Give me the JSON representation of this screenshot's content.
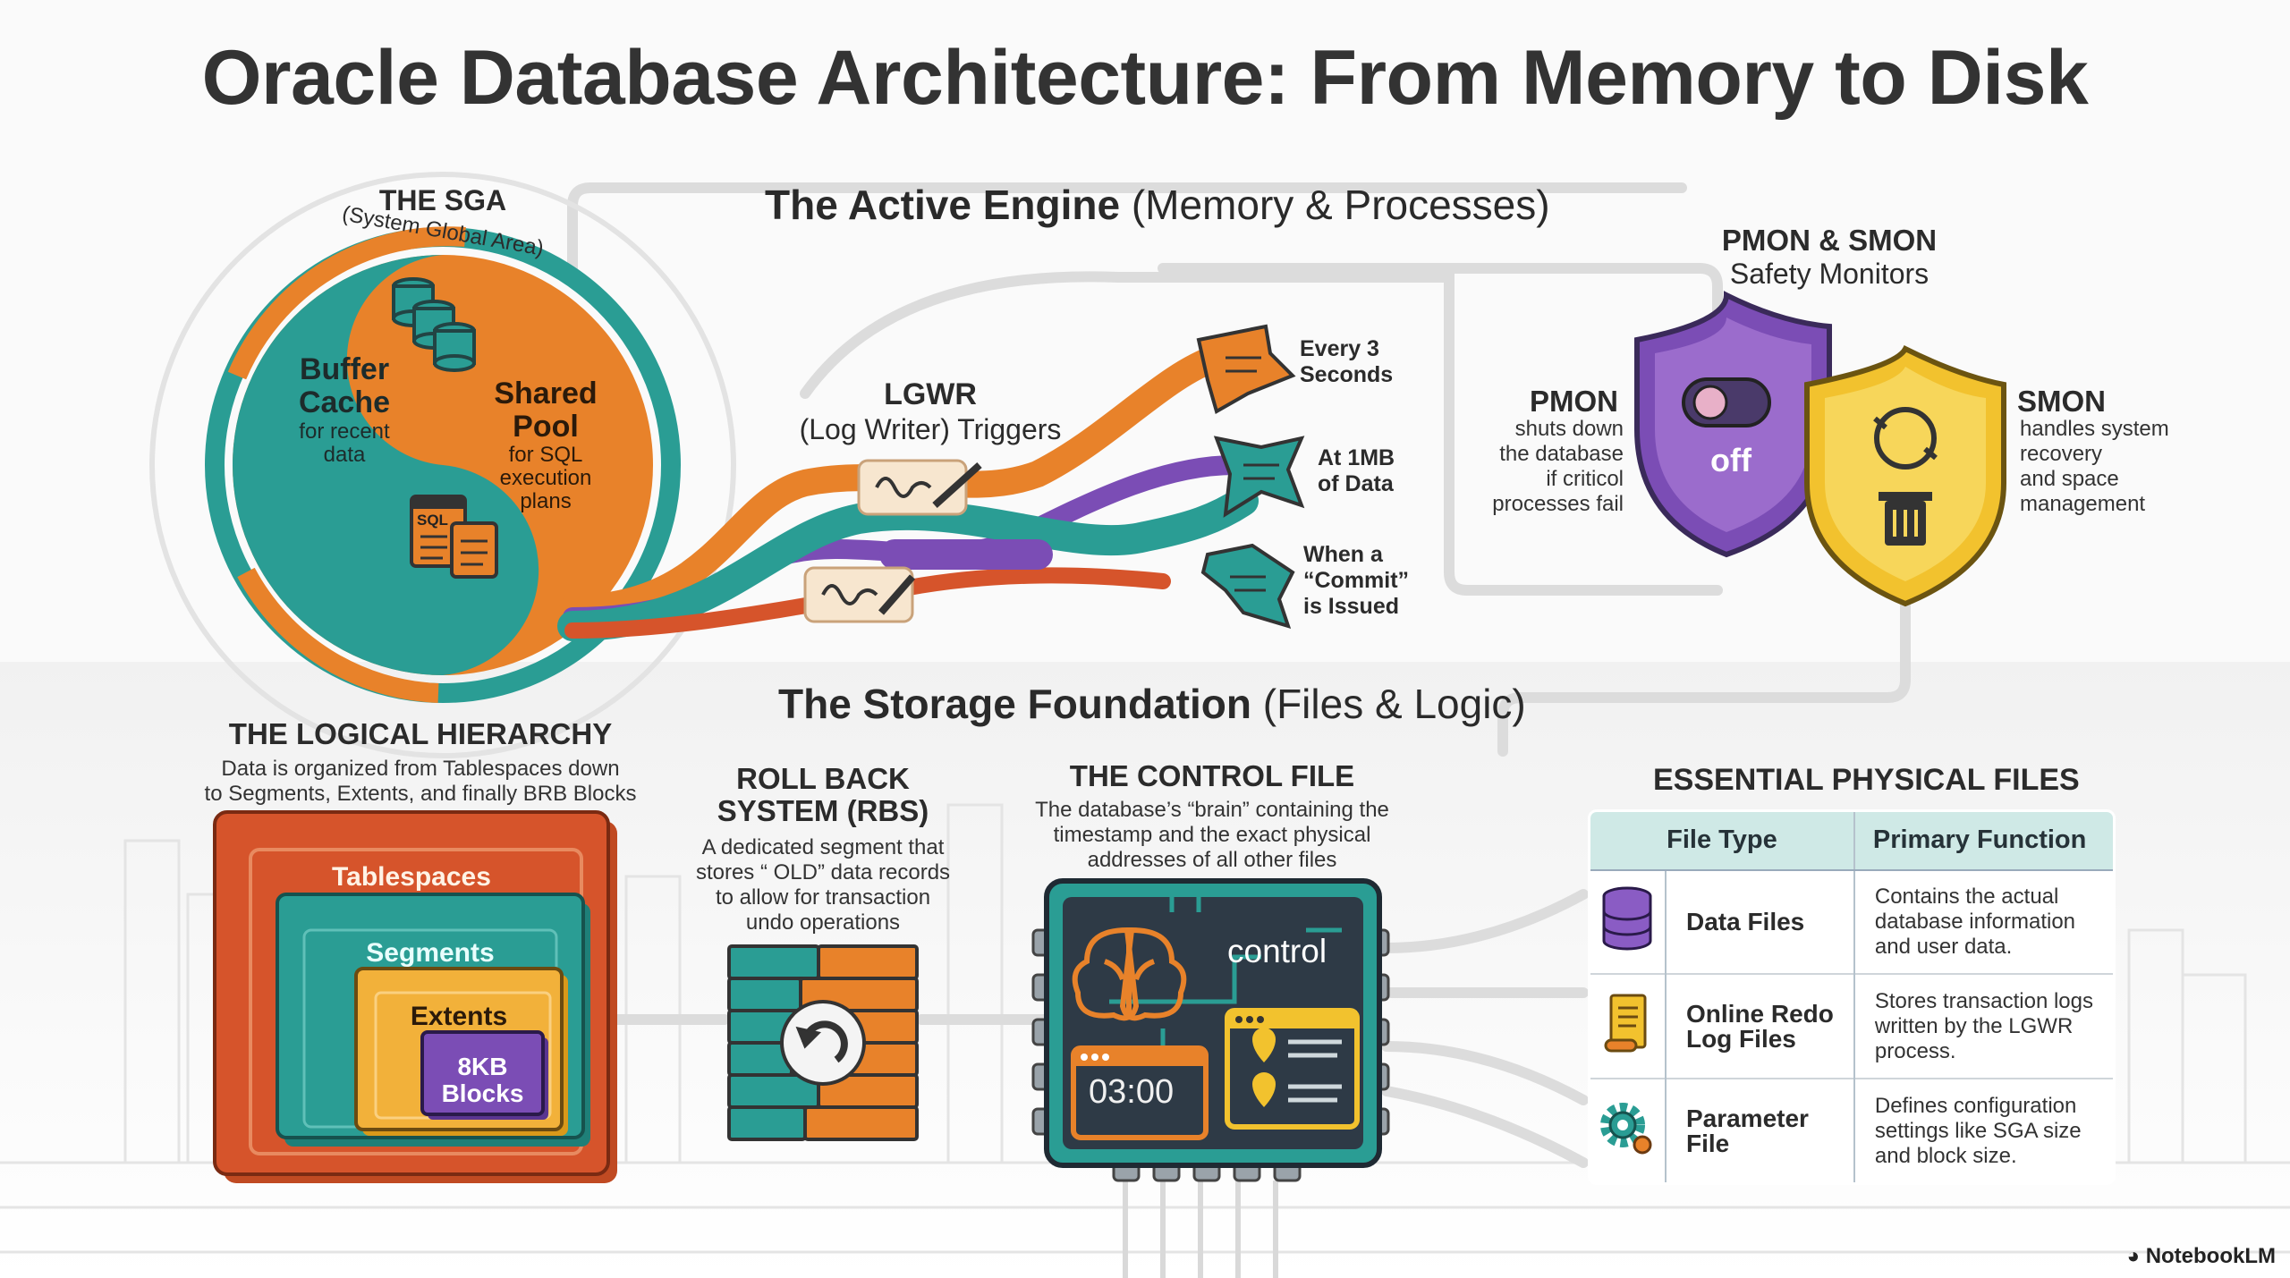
{
  "title": "Oracle Database Architecture: From Memory to Disk",
  "sections": {
    "active": {
      "bold": "The Active Engine",
      "rest": "(Memory & Processes)"
    },
    "storage": {
      "bold": "The Storage Foundation",
      "rest": "(Files & Logic)"
    }
  },
  "sga": {
    "title": "THE SGA",
    "subtitle": "(System Global Area)",
    "buffer_title": "Buffer\nCache",
    "buffer_desc": "for recent\ndata",
    "shared_title": "Shared\nPool",
    "shared_desc": "for SQL\nexecution\nplans",
    "sql_label": "SQL"
  },
  "lgwr": {
    "title": "LGWR",
    "subtitle": "(Log Writer) Triggers",
    "triggers": [
      "Every 3\nSeconds",
      "At 1MB\nof Data",
      "When a\n“Commit”\nis Issued"
    ]
  },
  "monitors": {
    "title": "PMON & SMON",
    "subtitle": "Safety Monitors",
    "pmon_title": "PMON",
    "pmon_desc": "shuts down\nthe database\nif criticol\nprocesses fail",
    "smon_title": "SMON",
    "smon_desc": "handles system\nrecovery\nand space\nmanagement",
    "switch_label": "off"
  },
  "logical": {
    "title": "THE LOGICAL HIERARCHY",
    "desc": "Data is organized from Tablespaces down\nto Segments, Extents, and finally BRB Blocks",
    "levels": [
      "Tablespaces",
      "Segments",
      "Extents",
      "8KB\nBlocks"
    ]
  },
  "rbs": {
    "title": "ROLL BACK\nSYSTEM (RBS)",
    "desc": "A dedicated segment that\nstores “ OLD” data records\nto allow for transaction\nundo operations"
  },
  "control": {
    "title": "THE CONTROL FILE",
    "desc": "The database’s “brain” containing the\ntimestamp and the exact physical\naddresses of all other files",
    "chip_label": "control",
    "clock": "03:00"
  },
  "physical": {
    "title": "ESSENTIAL PHYSICAL FILES",
    "headers": [
      "File Type",
      "Primary Function"
    ],
    "rows": [
      {
        "icon": "database-icon",
        "type": "Data Files",
        "func": "Contains the actual\ndatabase information\nand user data."
      },
      {
        "icon": "scroll-icon",
        "type": "Online Redo\nLog Files",
        "func": "Stores transaction logs\nwritten by the LGWR\nprocess."
      },
      {
        "icon": "gear-icon",
        "type": "Parameter\nFile",
        "func": "Defines configuration\nsettings like SGA size\nand block size."
      }
    ]
  },
  "branding": "NotebookLM",
  "colors": {
    "teal": "#2a9d94",
    "orange": "#e8822a",
    "purple": "#7b4db5",
    "yellow": "#f2c22e",
    "red": "#d6542b",
    "navy": "#2e3a46"
  }
}
